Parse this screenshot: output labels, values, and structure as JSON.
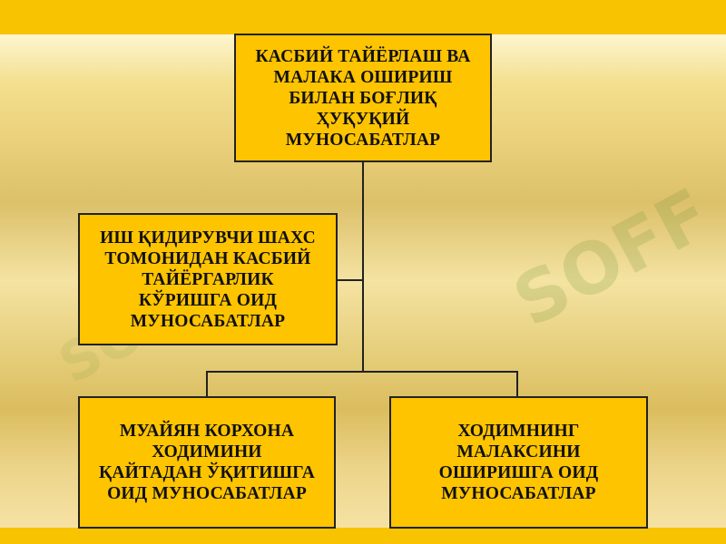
{
  "diagram": {
    "nodes": [
      {
        "id": "root",
        "label": "КАСБИЙ ТАЙЁРЛАШ ВА\nМАЛАКА ОШИРИШ\nБИЛАН БОҒЛИҚ\nҲУҚУҚИЙ\nМУНОСАБАТЛАР"
      },
      {
        "id": "left",
        "label": "ИШ ҚИДИРУВЧИ ШАХС\nТОМОНИДАН КАСБИЙ\nТАЙЁРГАРЛИК\nКЎРИШГА ОИД\nМУНОСАБАТЛАР"
      },
      {
        "id": "bottom_left",
        "label": "МУАЙЯН КОРХОНА\nХОДИМИНИ\nҚАЙТАДАН ЎҚИТИШГА\nОИД МУНОСАБАТЛАР"
      },
      {
        "id": "bottom_right",
        "label": "ХОДИМНИНГ\nМАЛАКСИНИ\nОШИРИШГА ОИД\nМУНОСАБАТЛАР"
      }
    ],
    "edges": [
      {
        "from": "root",
        "to": "left"
      },
      {
        "from": "root",
        "to": "bottom_left"
      },
      {
        "from": "root",
        "to": "bottom_right"
      }
    ]
  },
  "watermark": {
    "text": "SOFF"
  },
  "colors": {
    "box_fill": "#ffc400",
    "box_border": "#222222",
    "band": "#f8c300"
  }
}
